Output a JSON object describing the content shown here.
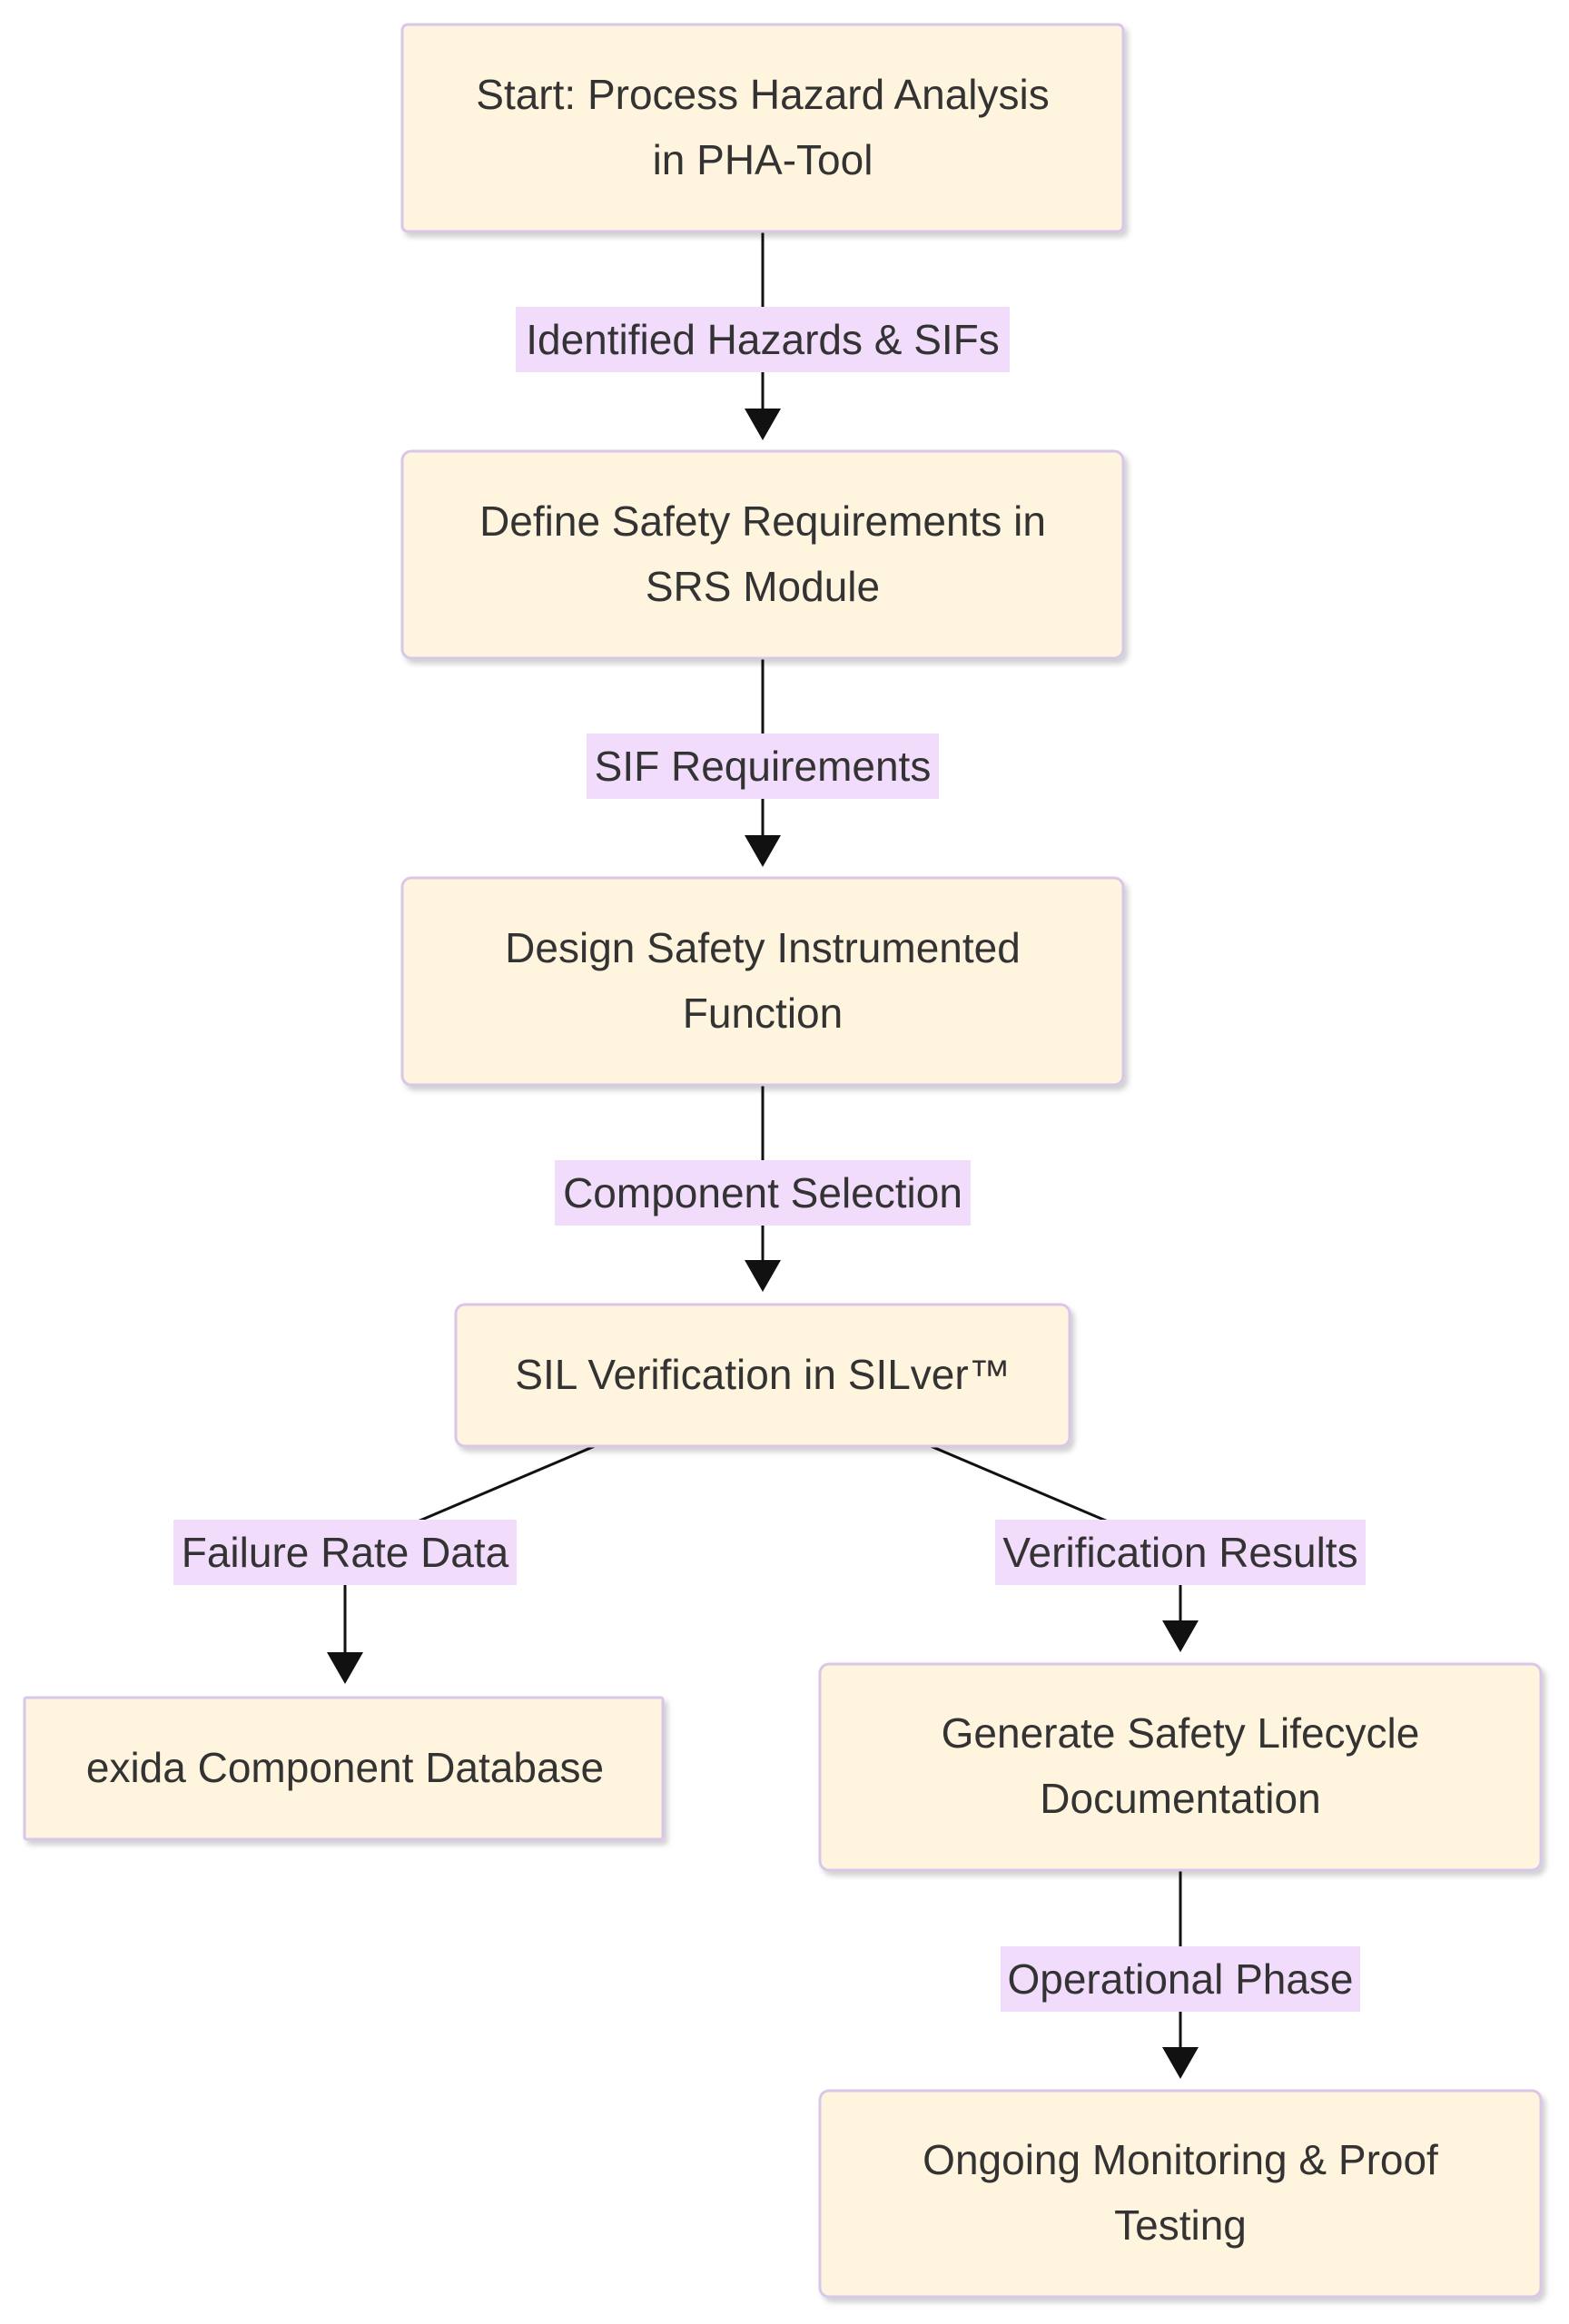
{
  "diagram": {
    "nodes": [
      {
        "id": "start",
        "lines": [
          "Start: Process Hazard Analysis",
          "in PHA-Tool"
        ]
      },
      {
        "id": "define",
        "lines": [
          "Define Safety Requirements in",
          "SRS Module"
        ]
      },
      {
        "id": "design",
        "lines": [
          "Design Safety Instrumented",
          "Function"
        ]
      },
      {
        "id": "silver",
        "lines": [
          "SIL Verification in SILver™"
        ]
      },
      {
        "id": "exida",
        "lines": [
          "exida Component Database"
        ]
      },
      {
        "id": "docs",
        "lines": [
          "Generate Safety Lifecycle",
          "Documentation"
        ]
      },
      {
        "id": "monitor",
        "lines": [
          "Ongoing Monitoring & Proof",
          "Testing"
        ]
      }
    ],
    "edges": [
      {
        "from": "start",
        "to": "define",
        "label": "Identified Hazards & SIFs"
      },
      {
        "from": "define",
        "to": "design",
        "label": "SIF Requirements"
      },
      {
        "from": "design",
        "to": "silver",
        "label": "Component Selection"
      },
      {
        "from": "silver",
        "to": "exida",
        "label": "Failure Rate Data"
      },
      {
        "from": "silver",
        "to": "docs",
        "label": "Verification Results"
      },
      {
        "from": "docs",
        "to": "monitor",
        "label": "Operational Phase"
      }
    ]
  }
}
